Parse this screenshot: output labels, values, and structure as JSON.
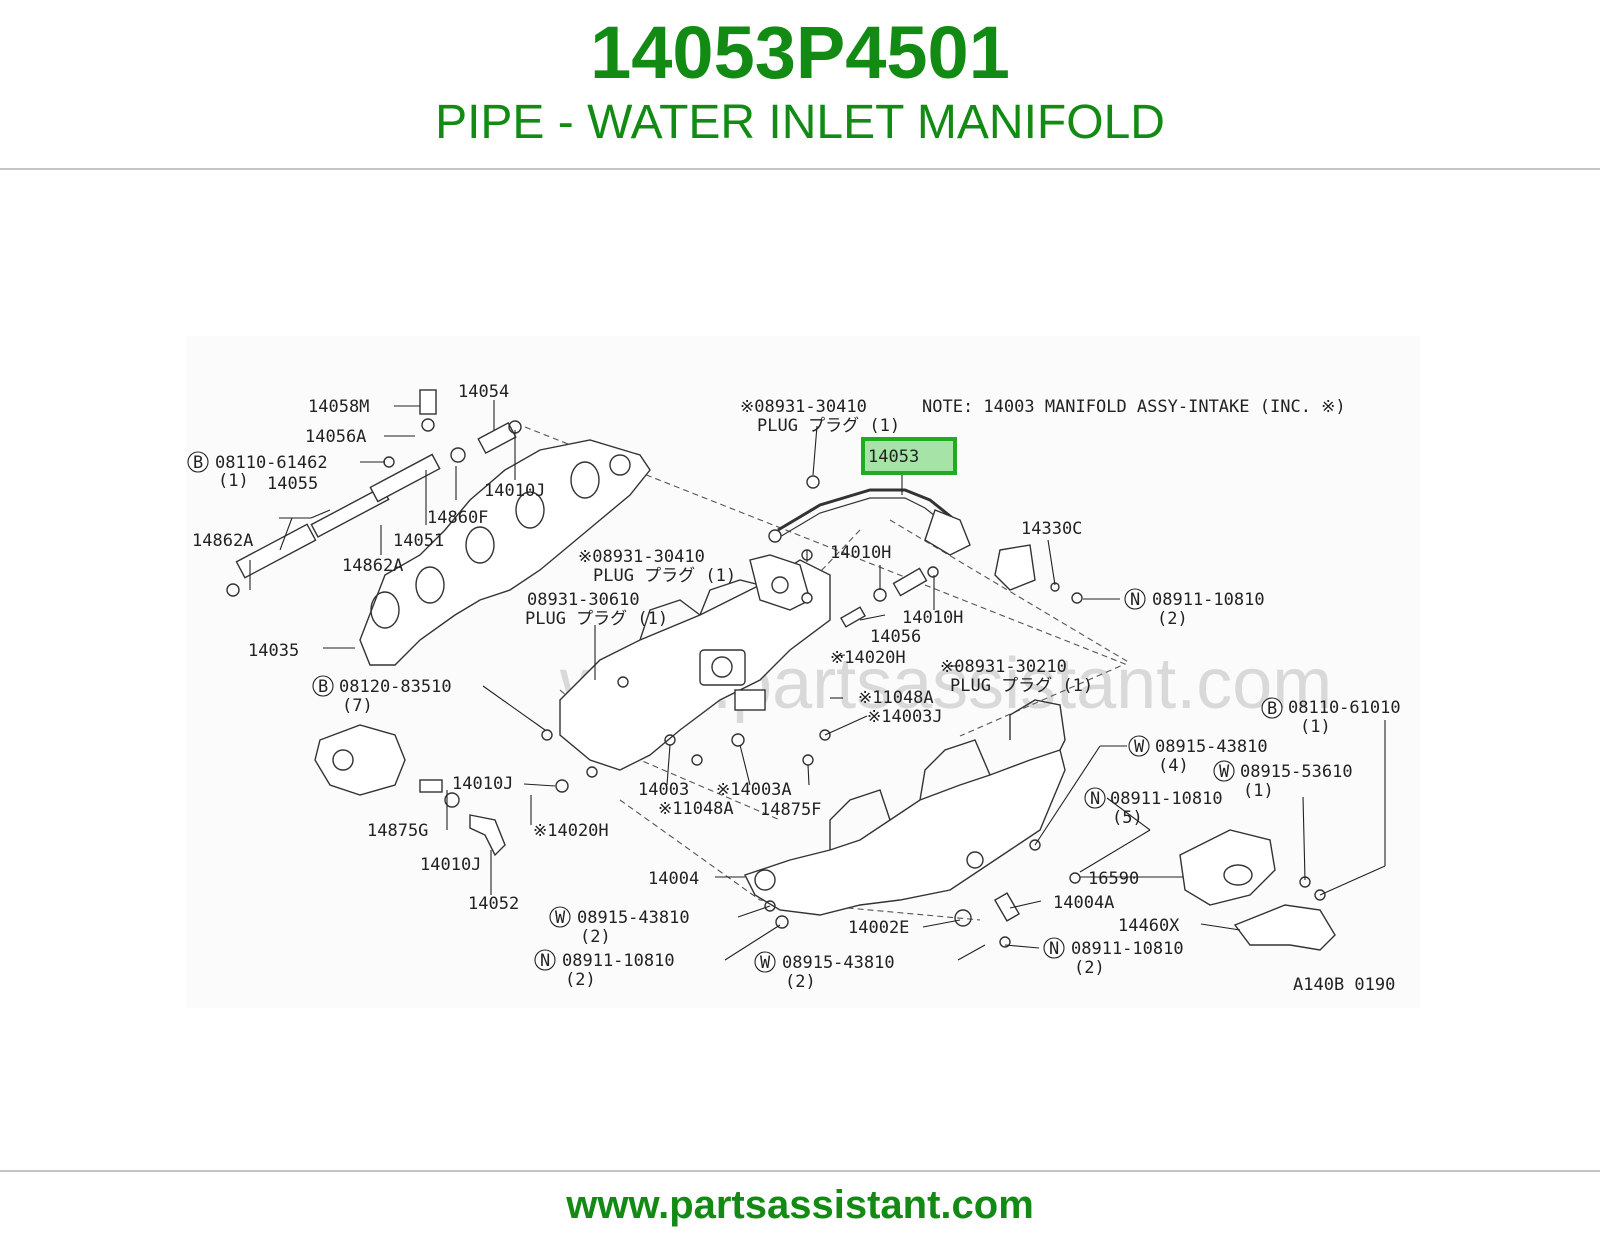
{
  "header": {
    "part_number": "14053P4501",
    "part_name": "PIPE - WATER INLET MANIFOLD"
  },
  "diagram": {
    "note": "NOTE: 14003 MANIFOLD ASSY-INTAKE (INC. ※)",
    "watermark": "www.partsassistant.com",
    "ref_code": "A140B 0190",
    "highlight_color": "#22aa22",
    "highlighted_part": "14053",
    "labels": {
      "l_14058M": "14058M",
      "l_14054": "14054",
      "l_14056A": "14056A",
      "l_08110_61462": "08110-61462",
      "l_08110_61462_q": "(1)",
      "l_14055": "14055",
      "l_14010J_top": "14010J",
      "l_14860F": "14860F",
      "l_14862A_left": "14862A",
      "l_14051": "14051",
      "l_14862A_mid": "14862A",
      "l_14035": "14035",
      "l_08931_30410_a": "※08931-30410",
      "l_plug_a": "PLUG プラグ (1)",
      "l_08931_30410_b": "※08931-30410",
      "l_plug_b": "PLUG プラグ (1)",
      "l_08931_30610": "08931-30610",
      "l_plug_c": "PLUG プラグ (1)",
      "l_14010H_a": "14010H",
      "l_14010H_b": "14010H",
      "l_14056": "14056",
      "l_14330C": "14330C",
      "l_08911_10810_a": "08911-10810",
      "l_08911_10810_a_q": "(2)",
      "l_14020H_a": "※14020H",
      "l_08931_30210": "※08931-30210",
      "l_plug_d": "PLUG プラグ (1)",
      "l_08120_83510": "08120-83510",
      "l_08120_83510_q": "(7)",
      "l_11048A_a": "※11048A",
      "l_14003J": "※14003J",
      "l_08110_61010": "08110-61010",
      "l_08110_61010_q": "(1)",
      "l_08915_43810_a": "08915-43810",
      "l_08915_43810_a_q": "(4)",
      "l_08915_53610": "08915-53610",
      "l_08915_53610_q": "(1)",
      "l_14010J_mid": "14010J",
      "l_14003": "14003",
      "l_14003A": "※14003A",
      "l_11048A_b": "※11048A",
      "l_14875F": "14875F",
      "l_08911_10810_b": "08911-10810",
      "l_08911_10810_b_q": "(5)",
      "l_14875G": "14875G",
      "l_14020H_b": "※14020H",
      "l_14010J_low": "14010J",
      "l_14052": "14052",
      "l_14004": "14004",
      "l_16590": "16590",
      "l_14004A": "14004A",
      "l_08915_43810_b": "08915-43810",
      "l_08915_43810_b_q": "(2)",
      "l_14002E": "14002E",
      "l_14460X": "14460X",
      "l_08911_10810_c": "08911-10810",
      "l_08911_10810_c_q": "(2)",
      "l_08915_43810_c": "08915-43810",
      "l_08915_43810_c_q": "(2)",
      "l_08911_10810_d": "08911-10810",
      "l_08911_10810_d_q": "(2)"
    },
    "badges": {
      "b_letter": "B",
      "w_letter": "W",
      "n_letter": "N"
    }
  },
  "footer": {
    "url": "www.partsassistant.com"
  }
}
